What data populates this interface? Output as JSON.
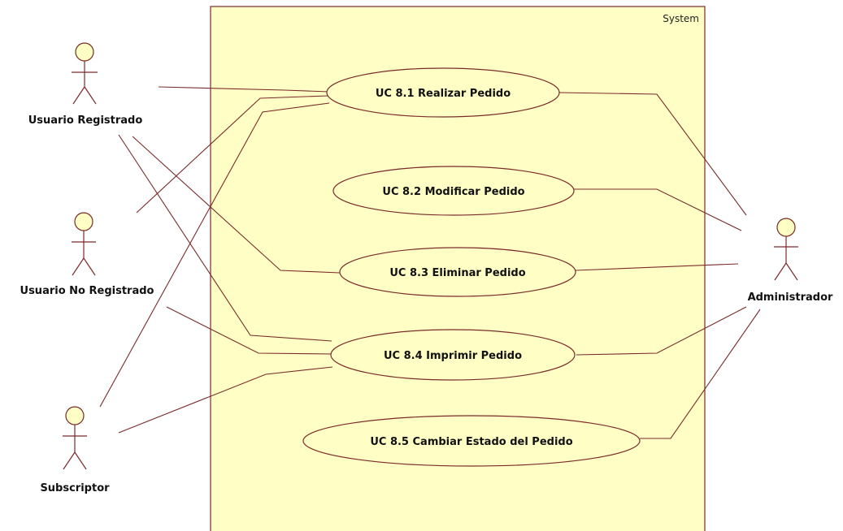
{
  "system": {
    "label": "System"
  },
  "use_cases": [
    {
      "id": "uc81",
      "label": "UC 8.1 Realizar Pedido"
    },
    {
      "id": "uc82",
      "label": "UC 8.2 Modificar Pedido"
    },
    {
      "id": "uc83",
      "label": "UC 8.3 Eliminar Pedido"
    },
    {
      "id": "uc84",
      "label": "UC 8.4 Imprimir Pedido"
    },
    {
      "id": "uc85",
      "label": "UC 8.5 Cambiar Estado del Pedido"
    }
  ],
  "actors": [
    {
      "id": "usuario_registrado",
      "label": "Usuario Registrado"
    },
    {
      "id": "usuario_no_registrado",
      "label": "Usuario No Registrado"
    },
    {
      "id": "subscriptor",
      "label": "Subscriptor"
    },
    {
      "id": "administrador",
      "label": "Administrador"
    }
  ],
  "associations": [
    {
      "actor": "usuario_registrado",
      "use_case": "uc81"
    },
    {
      "actor": "usuario_registrado",
      "use_case": "uc83"
    },
    {
      "actor": "usuario_registrado",
      "use_case": "uc84"
    },
    {
      "actor": "usuario_no_registrado",
      "use_case": "uc81"
    },
    {
      "actor": "usuario_no_registrado",
      "use_case": "uc84"
    },
    {
      "actor": "subscriptor",
      "use_case": "uc81"
    },
    {
      "actor": "subscriptor",
      "use_case": "uc84"
    },
    {
      "actor": "administrador",
      "use_case": "uc81"
    },
    {
      "actor": "administrador",
      "use_case": "uc82"
    },
    {
      "actor": "administrador",
      "use_case": "uc83"
    },
    {
      "actor": "administrador",
      "use_case": "uc84"
    },
    {
      "actor": "administrador",
      "use_case": "uc85"
    }
  ],
  "colors": {
    "fill": "#ffffc5",
    "stroke": "#7a2a2a"
  }
}
